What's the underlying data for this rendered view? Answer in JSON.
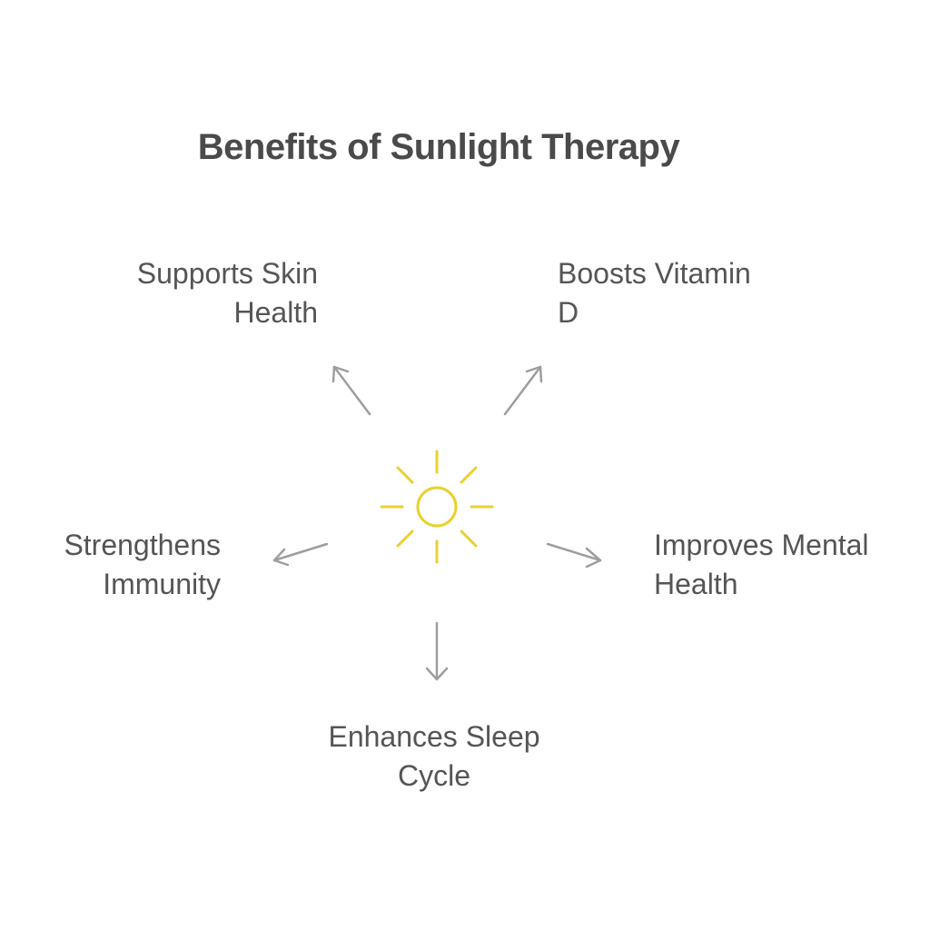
{
  "title": "Benefits of Sunlight Therapy",
  "colors": {
    "sun": "#e8d22f",
    "arrow": "#9e9e9e",
    "text": "#555555",
    "title": "#4a4a4a"
  },
  "center": {
    "icon": "sun-icon"
  },
  "benefits": [
    {
      "id": "skin",
      "lines": [
        "Supports Skin",
        "Health"
      ]
    },
    {
      "id": "vitd",
      "lines": [
        "Boosts Vitamin",
        "D"
      ]
    },
    {
      "id": "immune",
      "lines": [
        "Strengthens",
        "Immunity"
      ]
    },
    {
      "id": "mental",
      "lines": [
        "Improves Mental",
        "Health"
      ]
    },
    {
      "id": "sleep",
      "lines": [
        "Enhances Sleep",
        "Cycle"
      ]
    }
  ]
}
